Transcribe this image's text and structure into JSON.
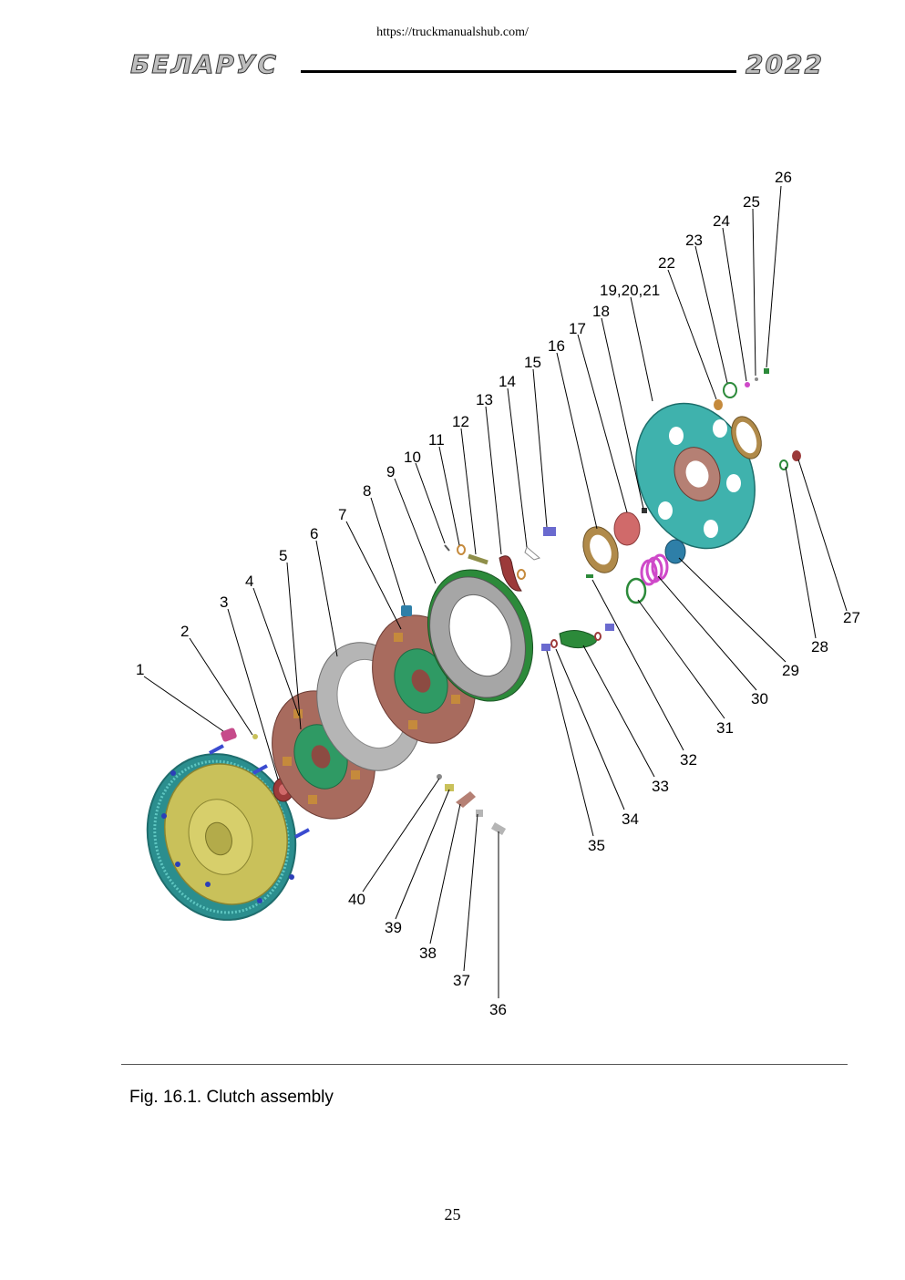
{
  "header": {
    "url": "https://truckmanualshub.com/",
    "brand": "БЕЛАРУС",
    "year": "2022"
  },
  "figure": {
    "callouts": [
      "1",
      "2",
      "3",
      "4",
      "5",
      "6",
      "7",
      "8",
      "9",
      "10",
      "11",
      "12",
      "13",
      "14",
      "15",
      "16",
      "17",
      "18",
      "19,20,21",
      "22",
      "23",
      "24",
      "25",
      "26",
      "27",
      "28",
      "29",
      "30",
      "31",
      "32",
      "33",
      "34",
      "35",
      "36",
      "37",
      "38",
      "39",
      "40"
    ],
    "caption": "Fig. 16.1. Clutch assembly"
  },
  "footer": {
    "page_number": "25"
  },
  "colors": {
    "flywheel": "#c9c15a",
    "ring_gear": "#2b8e8e",
    "friction_disc": "#a86b5e",
    "pressure_plate": "#b5b5b5",
    "housing": "#3fb2ad",
    "spring_pink": "#cf49c9",
    "bearing_blue": "#2e7fa8"
  }
}
